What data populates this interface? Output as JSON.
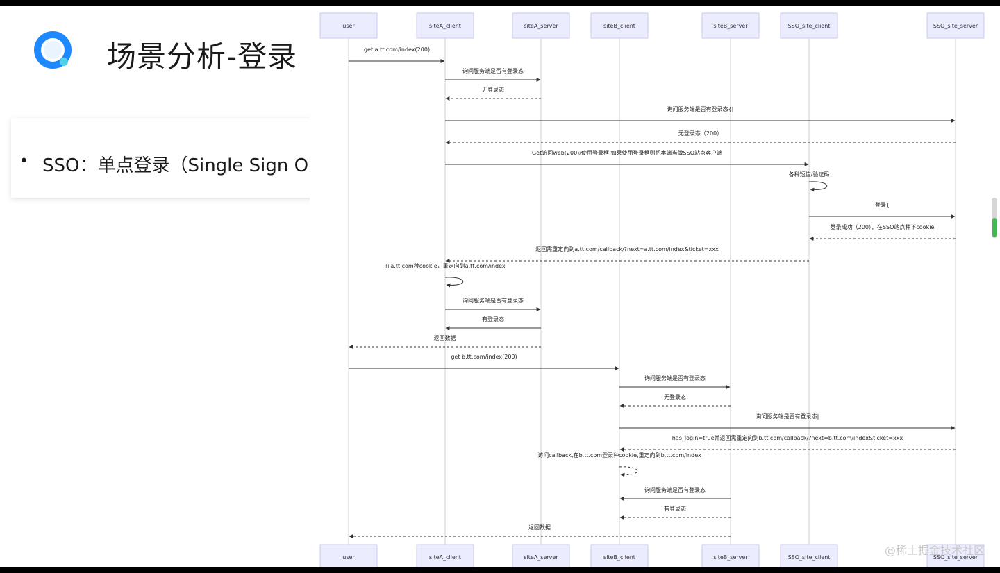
{
  "slide": {
    "title": "场景分析-登录",
    "bullet": "SSO：单点登录（Single Sign On",
    "bullet_marker": "•",
    "logo_icon": "app-logo-icon",
    "accent_color": "#1e88ff"
  },
  "diagram": {
    "actors": [
      "user",
      "siteA_client",
      "siteA_server",
      "siteB_client",
      "siteB_server",
      "SSO_site_client",
      "SSO_site_server"
    ],
    "messages": [
      {
        "from": 0,
        "to": 1,
        "label": "get a.tt.com/index(200)",
        "style": "solid"
      },
      {
        "from": 1,
        "to": 2,
        "label": "询问服务端是否有登录态",
        "style": "solid"
      },
      {
        "from": 2,
        "to": 1,
        "label": "无登录态",
        "style": "dashed"
      },
      {
        "from": 1,
        "to": 6,
        "label": "询问服务端是否有登录态{|",
        "style": "solid"
      },
      {
        "from": 6,
        "to": 1,
        "label": "无登录态（200）",
        "style": "dashed"
      },
      {
        "from": 1,
        "to": 5,
        "label": "Get访问web(200)/使用登录框,如果使用登录框则把本端当做SSO站点客户端",
        "style": "solid"
      },
      {
        "from": 5,
        "to": 5,
        "label": "各种短信/验证码",
        "style": "solid"
      },
      {
        "from": 5,
        "to": 6,
        "label": "登录{",
        "style": "solid"
      },
      {
        "from": 6,
        "to": 5,
        "label": "登录成功（200），在SSO站点种下cookie",
        "style": "dashed"
      },
      {
        "from": 5,
        "to": 1,
        "label": "返回需重定向到a.tt.com/callback/?next=a.tt.com/index&ticket=xxx",
        "style": "dashed"
      },
      {
        "from": 1,
        "to": 1,
        "label": "在a.tt.com种cookie，重定向到a.tt.com/index",
        "style": "solid"
      },
      {
        "from": 1,
        "to": 2,
        "label": "询问服务端是否有登录态",
        "style": "solid"
      },
      {
        "from": 2,
        "to": 1,
        "label": "有登录态",
        "style": "solid"
      },
      {
        "from": 2,
        "to": 0,
        "label": "返回数据",
        "style": "dashed"
      },
      {
        "from": 0,
        "to": 3,
        "label": "get b.tt.com/index(200)",
        "style": "solid"
      },
      {
        "from": 3,
        "to": 4,
        "label": "询问服务端是否有登录态",
        "style": "solid"
      },
      {
        "from": 4,
        "to": 3,
        "label": "无登录态",
        "style": "dashed"
      },
      {
        "from": 3,
        "to": 6,
        "label": "询问服务端是否有登录态|",
        "style": "solid"
      },
      {
        "from": 6,
        "to": 3,
        "label": "has_login=true并返回需重定向到b.tt.com/callback/?next=b.tt.com/index&ticket=xxx",
        "style": "dashed"
      },
      {
        "from": 3,
        "to": 3,
        "label": "访问callback,在b.tt.com登录种cookie,重定向到b.tt.com/index",
        "style": "dashed"
      },
      {
        "from": 4,
        "to": 3,
        "label": "询问服务端是否有登录态",
        "style": "solid"
      },
      {
        "from": 4,
        "to": 3,
        "label": "有登录态",
        "style": "dashed"
      },
      {
        "from": 4,
        "to": 0,
        "label": "返回数据",
        "style": "dashed"
      }
    ],
    "actor_box_color": "#ececff",
    "actor_border_color": "#c9c9ef"
  },
  "watermark": "@稀土掘金技术社区",
  "scrollbar_color": "#3fb950"
}
